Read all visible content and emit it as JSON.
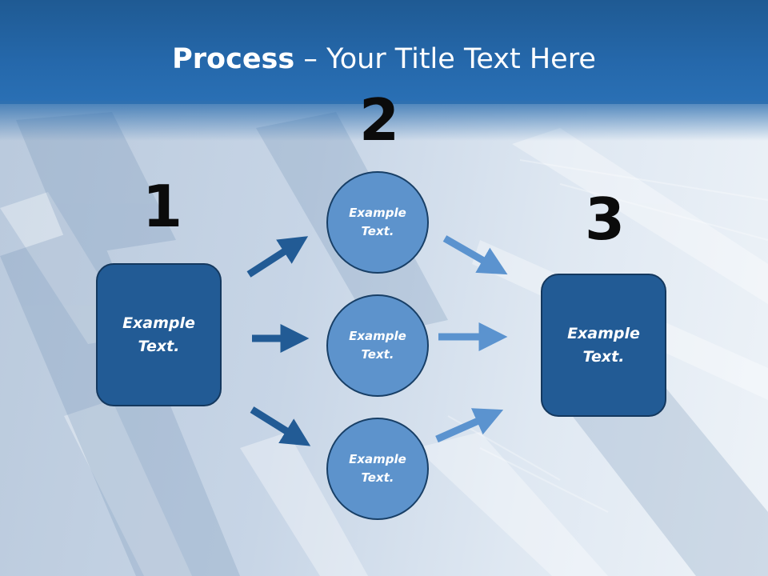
{
  "slide": {
    "title_bold": "Process",
    "title_rest": " – Your Title Text Here"
  },
  "steps": [
    {
      "number": "1",
      "label": "Example\nText."
    },
    {
      "number": "2",
      "circles": [
        {
          "label": "Example\nText."
        },
        {
          "label": "Example\nText."
        },
        {
          "label": "Example\nText."
        }
      ]
    },
    {
      "number": "3",
      "label": "Example\nText."
    }
  ],
  "colors": {
    "header": "#2568ab",
    "box_fill": "#225b95",
    "circle_fill": "#5d93cc",
    "arrow_dark": "#225b95",
    "arrow_light": "#5b93cf"
  }
}
